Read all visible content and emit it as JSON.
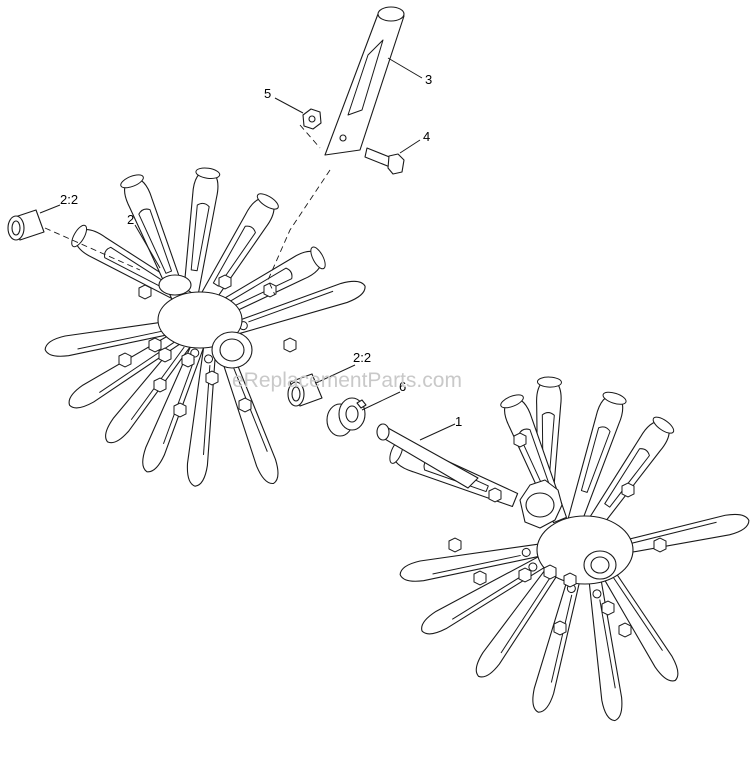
{
  "watermark": "eReplacementParts.com",
  "callouts": {
    "c1": "1",
    "c2": "2",
    "c2_2a": "2:2",
    "c2_2b": "2:2",
    "c3": "3",
    "c4": "4",
    "c5": "5",
    "c6": "6"
  }
}
